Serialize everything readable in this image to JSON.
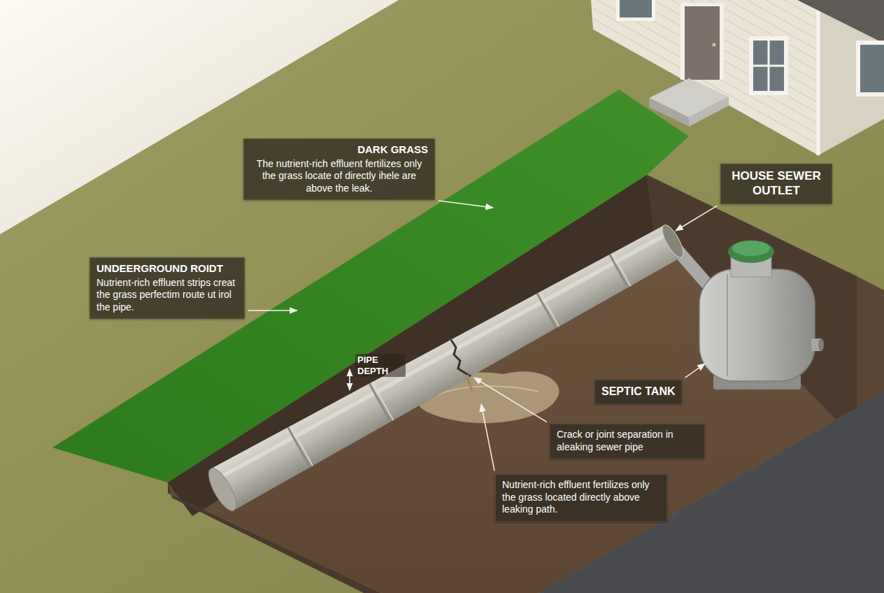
{
  "diagram": {
    "nodes": [
      {
        "text": [
          "DARK GRASS",
          "The nutrient-rich effluent fertilizes only the grass locate of directly ihele are above the leak."
        ]
      },
      {
        "text": [
          "HOUSE SEWER OUTLET"
        ]
      },
      {
        "text": [
          "UNDEERGROUND ROIDT",
          "Nutrient-rich effluent strips creat the grass perfectim route ut irol the pipe."
        ]
      },
      {
        "text": [
          "SEPTIC TANK"
        ]
      },
      {
        "text": [
          "Crack or joint separation in aleaking sewer pipe"
        ]
      },
      {
        "text": [
          "Nutrient-rich effluent fertilizes only the grass located directly above leaking path."
        ]
      }
    ],
    "labels": [
      "PIPE DEPTH"
    ]
  }
}
